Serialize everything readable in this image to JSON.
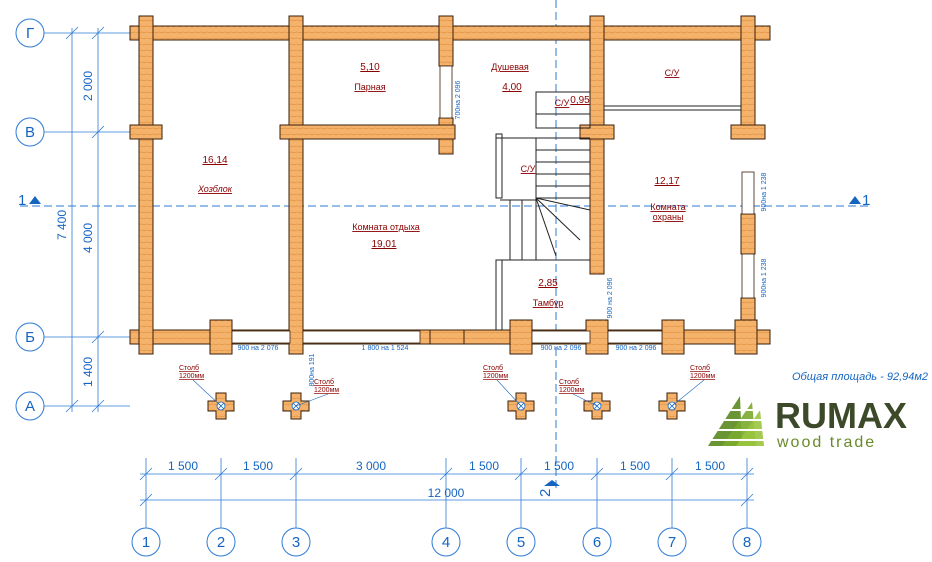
{
  "axes": {
    "rows": [
      "Г",
      "В",
      "Б",
      "А"
    ],
    "cols": [
      "1",
      "2",
      "3",
      "4",
      "5",
      "6",
      "7",
      "8"
    ]
  },
  "dims": {
    "row_spans": [
      "2 000",
      "4 000",
      "1 400"
    ],
    "row_total": "7 400",
    "col_spans": [
      "1 500",
      "1 500",
      "3 000",
      "1 500",
      "1 500",
      "1 500",
      "1 500"
    ],
    "col_total": "12 000"
  },
  "sections": {
    "s1_left": "1",
    "s1_right": "1",
    "s2": "2"
  },
  "rooms": {
    "parnaya_area": "5,10",
    "parnaya_name": "Парная",
    "dushevaya_name": "Душевая",
    "dushevaya_area": "4,00",
    "su_top_right": "С/У",
    "su_small": "С/У",
    "su_small_area": "0,95",
    "su_stair": "С/У",
    "hozblok_area": "16,14",
    "hozblok_name": "Хозблок",
    "otdyh_name": "Комната отдыха",
    "otdyh_area": "19,01",
    "ohrana_area": "12,17",
    "ohrana_name1": "Комната",
    "ohrana_name2": "охраны",
    "tambur_area": "2,85",
    "tambur_name": "Тамбур"
  },
  "openings": {
    "d1": "900 на 2 076",
    "d2": "800на 191",
    "w1": "1 800 на 1 524",
    "d3": "900 на 2 096",
    "d4": "900 на 2 096",
    "d5": "900 на 2 096",
    "d6": "700на 2 096",
    "w2": "900на 1 238",
    "w3": "900на 1 238"
  },
  "posts": {
    "label": "Столб",
    "size": "1200мм"
  },
  "total_area": "Общая площадь - 92,94м2",
  "brand": {
    "name": "RUMAX",
    "sub": "wood trade"
  },
  "colors": {
    "wall_fill": "#f5b26a",
    "wall_stroke": "#3a1f0a",
    "dim_blue": "#1565c0",
    "room_text": "#8b0000",
    "logo_green": "#5a8a1e"
  }
}
